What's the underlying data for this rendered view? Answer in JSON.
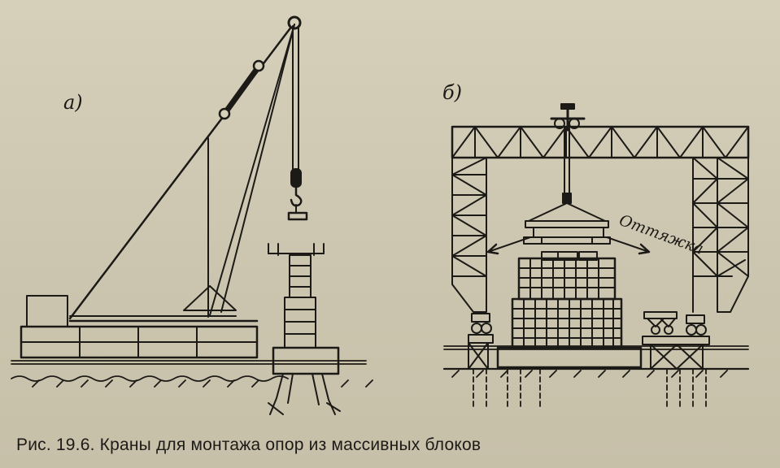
{
  "figure": {
    "panel_a_label": "a)",
    "panel_b_label": "б)",
    "guy_wire_label": "Оттяжка",
    "caption": "Рис. 19.6. Краны для монтажа опор из массивных блоков"
  },
  "colors": {
    "ink": "#1c1a16",
    "paper": "#cfc9b4"
  }
}
